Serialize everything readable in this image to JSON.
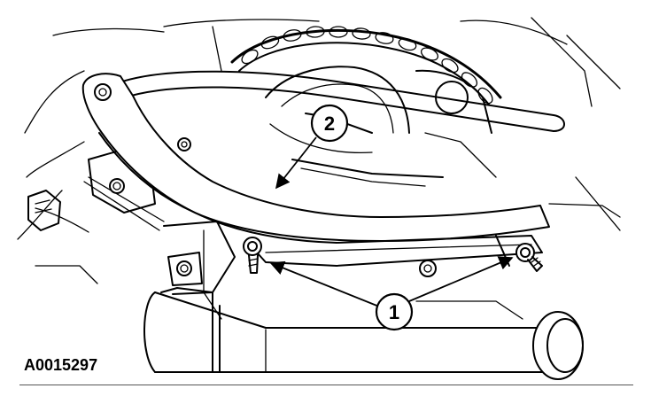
{
  "figure": {
    "code": "A0015297",
    "callouts": [
      {
        "label": "1"
      },
      {
        "label": "2"
      }
    ]
  }
}
